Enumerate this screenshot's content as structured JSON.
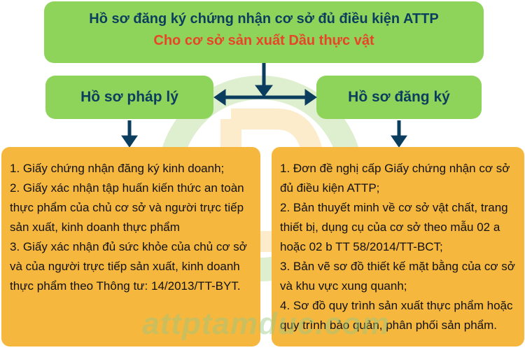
{
  "header": {
    "title": "Hồ sơ đăng ký chứng nhận cơ sở đủ điều kiện ATTP",
    "subtitle": "Cho cơ sở sản xuất Dầu thực vật"
  },
  "branches": {
    "legal": {
      "title": "Hồ sơ pháp lý"
    },
    "registration": {
      "title": "Hồ sơ đăng ký"
    }
  },
  "legal_items": [
    "1. Giấy chứng nhận đăng ký kinh doanh;",
    "2. Giấy xác nhận tập huấn kiến thức an toàn thực phẩm của chủ cơ sở và người trực tiếp sản xuất, kinh doanh thực phẩm",
    "3. Giấy xác nhận đủ sức khỏe của chủ cơ sở và của người trực tiếp sản xuất, kinh doanh thực phẩm theo Thông tư: 14/2013/TT-BYT."
  ],
  "registration_items": [
    "1. Đơn đề nghị cấp Giấy chứng nhận cơ sở đủ điều kiện ATTP;",
    "2. Bản thuyết minh về cơ sở vật chất, trang thiết bị, dụng cụ của cơ sở theo mẫu 02 a hoặc 02 b TT 58/2014/TT-BCT;",
    "3. Bản vẽ sơ đồ thiết kế mặt bằng của cơ sở và khu vực xung quanh;",
    "4. Sơ đồ quy trình sản xuất thực phẩm hoặc quy trình bảo quản, phân phối sản phẩm."
  ],
  "watermark": "attptamduc.com",
  "colors": {
    "green_box": "#8fd45a",
    "orange_box": "#f6b73f",
    "title_text": "#0b3e5e",
    "subtitle_text": "#e7452a",
    "arrow": "#0b3e5e"
  }
}
